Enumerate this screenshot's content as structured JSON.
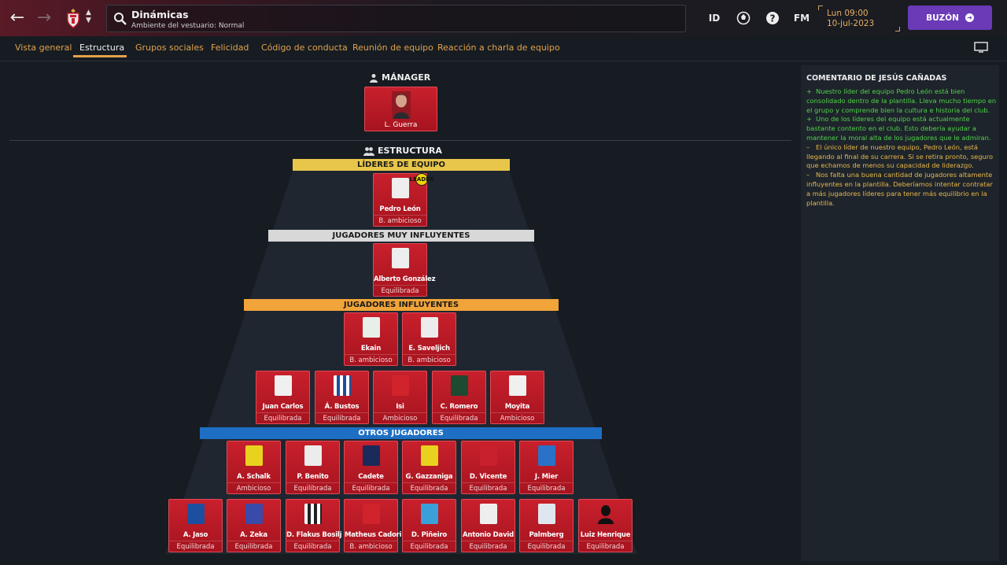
{
  "header": {
    "title": "Dinámicas",
    "subtitle": "Ambiente del vestuario: Normal",
    "id_label": "ID",
    "fm_label": "FM",
    "date_line1": "Lun 09:00",
    "date_line2": "10-jul-2023",
    "buzon_label": "BUZÓN"
  },
  "tabs": [
    "Vista general",
    "Estructura",
    "Grupos sociales",
    "Felicidad",
    "Código de conducta",
    "Reunión de equipo",
    "Reacción a charla de equipo"
  ],
  "manager": {
    "heading": "MÁNAGER",
    "name": "L. Guerra"
  },
  "structure_heading": "ESTRUCTURA",
  "tiers": {
    "leaders": "LÍDERES DE EQUIPO",
    "very_influential": "JUGADORES MUY INFLUYENTES",
    "influential": "JUGADORES INFLUYENTES",
    "others": "OTROS JUGADORES"
  },
  "players": {
    "leaders": [
      {
        "name": "Pedro León",
        "type": "B. ambicioso",
        "badge": "LEADER"
      }
    ],
    "very_influential": [
      {
        "name": "Alberto González",
        "type": "Equilibrada"
      }
    ],
    "influential_row1": [
      {
        "name": "Ekain",
        "type": "B. ambicioso"
      },
      {
        "name": "E. Saveljich",
        "type": "B. ambicioso"
      }
    ],
    "influential_row2": [
      {
        "name": "Juan Carlos",
        "type": "Equilibrada"
      },
      {
        "name": "Á. Bustos",
        "type": "Equilibrada"
      },
      {
        "name": "Isi",
        "type": "Ambicioso"
      },
      {
        "name": "C. Romero",
        "type": "Equilibrada"
      },
      {
        "name": "Moyita",
        "type": "Ambicioso"
      }
    ],
    "others_row1": [
      {
        "name": "A. Schalk",
        "type": "Ambicioso"
      },
      {
        "name": "P. Benito",
        "type": "Equilibrada"
      },
      {
        "name": "Cadete",
        "type": "Equilibrada"
      },
      {
        "name": "G. Gazzaniga",
        "type": "Equilibrada"
      },
      {
        "name": "D. Vicente",
        "type": "Equilibrada"
      },
      {
        "name": "J. Mier",
        "type": "Equilibrada"
      }
    ],
    "others_row2": [
      {
        "name": "A. Jaso",
        "type": "Equilibrada"
      },
      {
        "name": "A. Zeka",
        "type": "Equilibrada"
      },
      {
        "name": "D. Flakus Bosilj",
        "type": "Equilibrada"
      },
      {
        "name": "Matheus Cadorini",
        "type": "B. ambicioso"
      },
      {
        "name": "D. Piñeiro",
        "type": "Equilibrada"
      },
      {
        "name": "Antonio David",
        "type": "Equilibrada"
      },
      {
        "name": "Palmberg",
        "type": "Equilibrada"
      },
      {
        "name": "Luiz Henrique",
        "type": "Equilibrada"
      }
    ]
  },
  "comment_panel": {
    "heading": "COMENTARIO DE JESÚS CAÑADAS",
    "comments": [
      {
        "sign": "+",
        "tone": "positive",
        "text": "Nuestro líder del equipo Pedro León está bien consolidado dentro de la plantilla. Lleva mucho tiempo en el grupo y comprende bien la cultura e historia del club."
      },
      {
        "sign": "+",
        "tone": "positive",
        "text": "Uno de los líderes del equipo está actualmente bastante contento en el club. Esto debería ayudar a mantener la moral alta de los jugadores que le admiran."
      },
      {
        "sign": "–",
        "tone": "negative",
        "text": "El único líder de nuestro equipo, Pedro León, está llegando al final de su carrera. Si se retira pronto, seguro que echamos de menos su capacidad de liderazgo."
      },
      {
        "sign": "–",
        "tone": "negative",
        "text": "Nos falta una buena cantidad de jugadores altamente influyentes en la plantilla. Deberíamos intentar contratar a más jugadores líderes para tener más equilibrio en la plantilla."
      }
    ]
  },
  "colors": {
    "accent": "#e3a24c",
    "card_red": "#b81a25",
    "leaders_band": "#e8c64a",
    "very_influential_band": "#d8d8d8",
    "influential_band": "#f0a43a",
    "others_band": "#1e6fc4",
    "buzon": "#6a3ab7",
    "positive": "#4fd24a",
    "negative": "#e8b84a"
  }
}
